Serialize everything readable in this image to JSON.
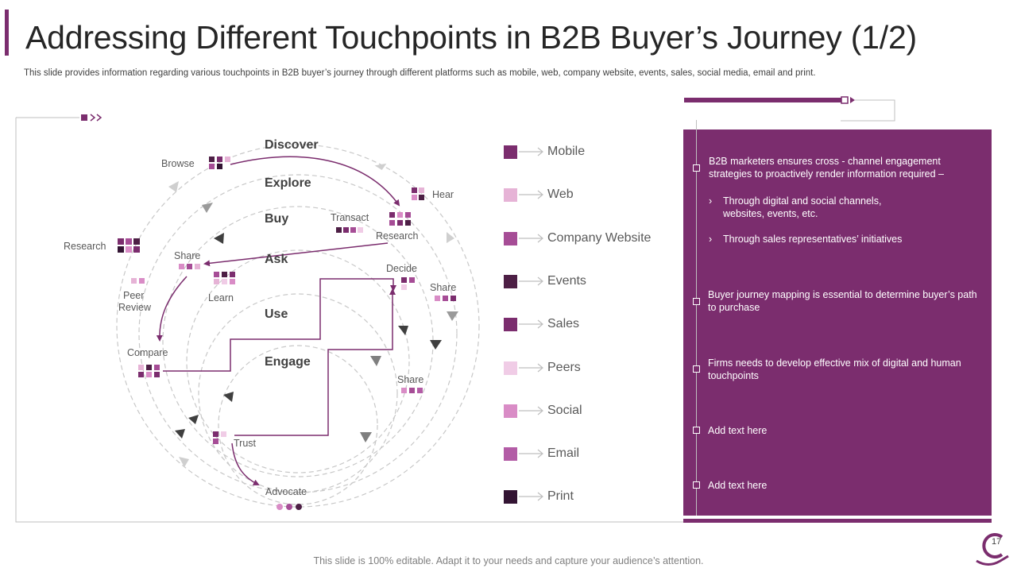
{
  "slide": {
    "title": "Addressing Different Touchpoints in B2B Buyer’s Journey (1/2)",
    "subtitle": "This slide provides information regarding various touchpoints in B2B buyer’s journey through different platforms such as mobile, web, company website, events, sales, social media, email and print.",
    "footer": "This slide is 100% editable. Adapt it to your needs and capture your audience’s attention.",
    "page_number": "17"
  },
  "diagram": {
    "stages": [
      "Discover",
      "Explore",
      "Buy",
      "Ask",
      "Use",
      "Engage"
    ],
    "touchpoints": {
      "browse": "Browse",
      "hear": "Hear",
      "transact": "Transact",
      "research_right": "Research",
      "research_left": "Research",
      "share_left": "Share",
      "decide": "Decide",
      "share_right": "Share",
      "peer_review_1": "Peer",
      "peer_review_2": "Review",
      "learn": "Learn",
      "compare": "Compare",
      "share_lower": "Share",
      "trust": "Trust",
      "advocate": "Advocate"
    }
  },
  "legend": [
    {
      "label": "Mobile",
      "color": "#7b2d6e"
    },
    {
      "label": "Web",
      "color": "#e6b3d6"
    },
    {
      "label": "Company Website",
      "color": "#a64d96"
    },
    {
      "label": "Events",
      "color": "#4d1f45"
    },
    {
      "label": "Sales",
      "color": "#7b2d6e"
    },
    {
      "label": "Peers",
      "color": "#f0cce6"
    },
    {
      "label": "Social",
      "color": "#d98cc6"
    },
    {
      "label": "Email",
      "color": "#b35ca6"
    },
    {
      "label": "Print",
      "color": "#331433"
    }
  ],
  "panel": {
    "intro": "B2B marketers ensures cross - channel engagement strategies to proactively render information required –",
    "bullet_1a": "Through digital and social channels,",
    "bullet_1b": "websites, events, etc.",
    "bullet_2": "Through  sales representatives’ initiatives",
    "point_2": "Buyer journey mapping is essential to determine buyer’s path to purchase",
    "point_3": "Firms needs to develop  effective  mix of digital and human touchpoints",
    "point_4": "Add text here",
    "point_5": "Add text here",
    "bullet_glyph": "›"
  },
  "colors": {
    "accent": "#7b2d6e",
    "dark_text": "#262626",
    "dashed_grey": "#bfbfbf"
  }
}
